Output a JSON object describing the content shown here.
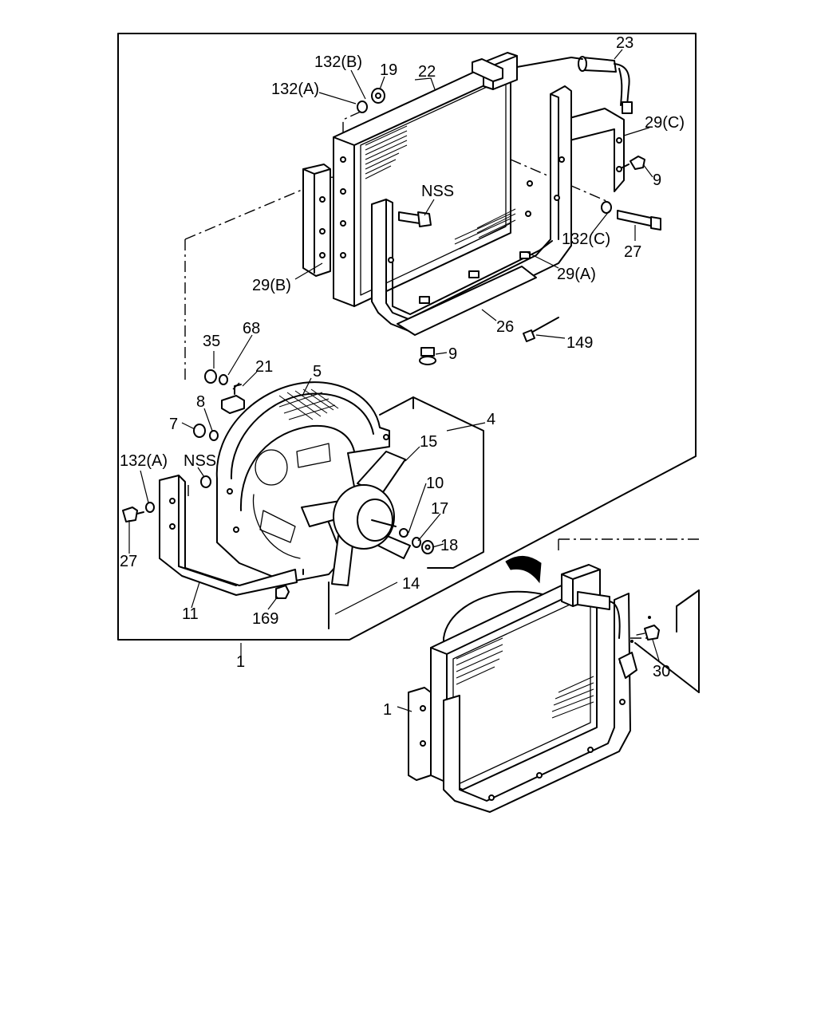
{
  "labels": {
    "l23": "23",
    "l132b": "132(B)",
    "l19": "19",
    "l22": "22",
    "l132a_top": "132(A)",
    "l29c": "29(C)",
    "l9_right": "9",
    "lnss_top": "NSS",
    "l132c": "132(C)",
    "l27_right": "27",
    "l29a": "29(A)",
    "l29b": "29(B)",
    "l68": "68",
    "l35": "35",
    "l26": "26",
    "l149": "149",
    "l9_bottom": "9",
    "l21": "21",
    "l5": "5",
    "l4": "4",
    "l8": "8",
    "l7": "7",
    "l15": "15",
    "l132a_left": "132(A)",
    "lnss_left": "NSS",
    "l10": "10",
    "l17": "17",
    "l27_left": "27",
    "l18": "18",
    "l14": "14",
    "l11": "11",
    "l169": "169",
    "l1_frame": "1",
    "l30": "30",
    "l1_assembly": "1"
  }
}
